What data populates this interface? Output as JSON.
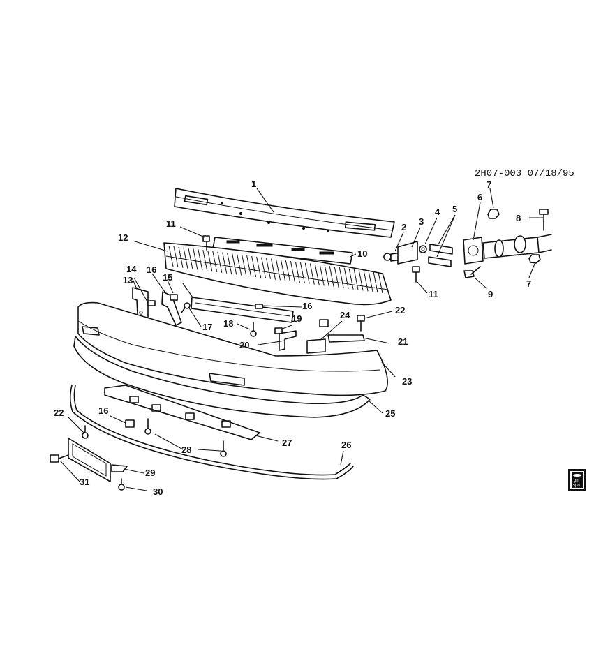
{
  "drawing_code": "2H07-003 07/18/95",
  "logo": {
    "line1": "gm",
    "line2": "spo"
  },
  "callouts": [
    {
      "id": "c1",
      "label": "1"
    },
    {
      "id": "c2",
      "label": "2"
    },
    {
      "id": "c3",
      "label": "3"
    },
    {
      "id": "c4",
      "label": "4"
    },
    {
      "id": "c5",
      "label": "5"
    },
    {
      "id": "c6",
      "label": "6"
    },
    {
      "id": "c7a",
      "label": "7"
    },
    {
      "id": "c7b",
      "label": "7"
    },
    {
      "id": "c8",
      "label": "8"
    },
    {
      "id": "c9",
      "label": "9"
    },
    {
      "id": "c10",
      "label": "10"
    },
    {
      "id": "c11a",
      "label": "11"
    },
    {
      "id": "c11b",
      "label": "11"
    },
    {
      "id": "c12",
      "label": "12"
    },
    {
      "id": "c13",
      "label": "13"
    },
    {
      "id": "c14",
      "label": "14"
    },
    {
      "id": "c15",
      "label": "15"
    },
    {
      "id": "c16a",
      "label": "16"
    },
    {
      "id": "c16b",
      "label": "16"
    },
    {
      "id": "c16c",
      "label": "16"
    },
    {
      "id": "c17",
      "label": "17"
    },
    {
      "id": "c18",
      "label": "18"
    },
    {
      "id": "c19",
      "label": "19"
    },
    {
      "id": "c20",
      "label": "20"
    },
    {
      "id": "c21",
      "label": "21"
    },
    {
      "id": "c22a",
      "label": "22"
    },
    {
      "id": "c22b",
      "label": "22"
    },
    {
      "id": "c23",
      "label": "23"
    },
    {
      "id": "c24",
      "label": "24"
    },
    {
      "id": "c25",
      "label": "25"
    },
    {
      "id": "c26",
      "label": "26"
    },
    {
      "id": "c27",
      "label": "27"
    },
    {
      "id": "c28",
      "label": "28"
    },
    {
      "id": "c29",
      "label": "29"
    },
    {
      "id": "c30",
      "label": "30"
    },
    {
      "id": "c31",
      "label": "31"
    }
  ]
}
